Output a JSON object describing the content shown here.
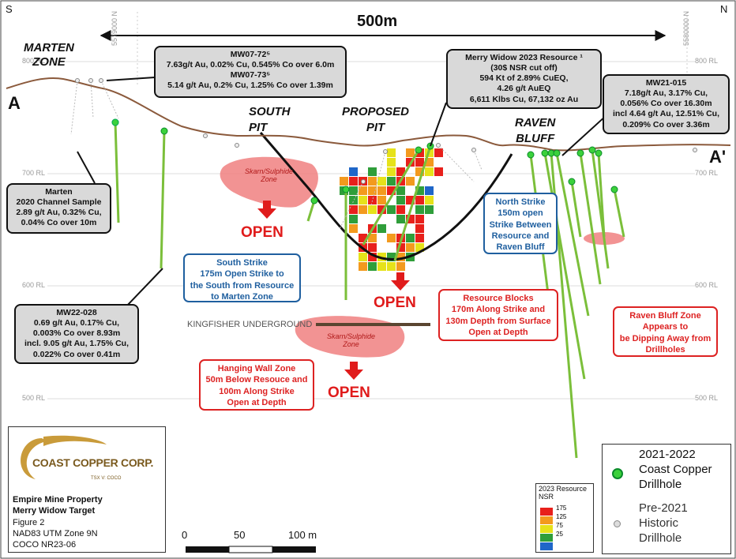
{
  "orientation": {
    "south": "S",
    "north": "N"
  },
  "scale_top": "500m",
  "elevations": {
    "left": [
      "800 RL",
      "700 RL",
      "600 RL",
      "500 RL"
    ],
    "right": [
      "800 RL",
      "700 RL",
      "600 RL",
      "500 RL"
    ]
  },
  "northings": {
    "left": "5579000 N",
    "right": "5580000 N"
  },
  "section": {
    "start": "A",
    "end": "A'"
  },
  "zones": {
    "marten": "MARTEN\nZONE",
    "south_pit": "SOUTH\nPIT",
    "proposed_pit": "PROPOSED\nPIT",
    "raven_bluff": "RAVEN\nBLUFF",
    "skarn_upper": "Skarn/Sulphide\nZone",
    "skarn_lower": "Skarn/Sulphide\nZone",
    "kingfisher": "KINGFISHER UNDERGROUND"
  },
  "callouts": {
    "mw07": "MW07-72⁵\n7.63g/t Au, 0.02% Cu, 0.545% Co over 6.0m\nMW07-73⁵\n5.14 g/t Au, 0.2% Cu, 1.25% Co over 1.39m",
    "resource": "Merry Widow 2023 Resource ¹\n(30$ NSR cut off)\n594 Kt of 2.89% CuEQ,\n4.26 g/t AuEQ\n6,611 Klbs Cu, 67,132 oz Au",
    "mw21": "MW21-015\n7.18g/t Au, 3.17% Cu,\n0.056% Co over 16.30m\nincl 4.64 g/t Au, 12.51% Cu,\n0.209% Co over 3.36m",
    "marten_channel": "Marten\n2020 Channel Sample\n2.89 g/t Au, 0.32% Cu,\n0.04% Co over 10m",
    "mw22": "MW22-028\n0.69 g/t Au, 0.17% Cu,\n0.003% Co over 8.93m\nincl. 9.05 g/t Au, 1.75% Cu,\n0.022% Co over 0.41m"
  },
  "blue_boxes": {
    "south_strike": "South Strike\n175m Open Strike to\nthe South from Resource\nto Marten Zone",
    "north_strike": "North Strike\n150m open\nStrike Between\nResource and\nRaven Bluff"
  },
  "red_boxes": {
    "resource_blocks": "Resource Blocks\n170m Along Strike and\n130m Depth from Surface\nOpen at Depth",
    "raven_zone": "Raven Bluff Zone\nAppears to\nbe Dipping Away from\nDrillholes",
    "hanging_wall": "Hanging Wall Zone\n50m Below Resouce and\n100m Along Strike\nOpen at Depth"
  },
  "open_labels": [
    "OPEN",
    "OPEN",
    "OPEN"
  ],
  "title_block": {
    "company": "COAST COPPER CORP.",
    "ticker": "TSX V: COCO",
    "property": "Empire Mine Property",
    "target": "Merry Widow Target",
    "figure": "Figure 2",
    "datum": "NAD83 UTM Zone 9N",
    "release": "COCO NR23-06"
  },
  "scale_bar": {
    "labels": [
      "0",
      "50",
      "100 m"
    ]
  },
  "nsr_legend": {
    "title": "2023 Resource\nNSR",
    "entries": [
      {
        "label": "175",
        "color": "#e8201b"
      },
      {
        "label": "125",
        "color": "#f39a1e"
      },
      {
        "label": "75",
        "color": "#e6e21a"
      },
      {
        "label": "25",
        "color": "#2f9e3a"
      },
      {
        "label": "",
        "color": "#1f66c8"
      }
    ]
  },
  "drill_legend": {
    "new_label": "2021-2022\nCoast Copper\nDrillhole",
    "old_label": "Pre-2021\nHistoric\nDrillhole"
  },
  "colors": {
    "topo": "#8b5a3c",
    "drill": "#7bbf3a",
    "zone": "#f08080",
    "open": "#e01b1b",
    "blue": "#1f5f9f"
  }
}
